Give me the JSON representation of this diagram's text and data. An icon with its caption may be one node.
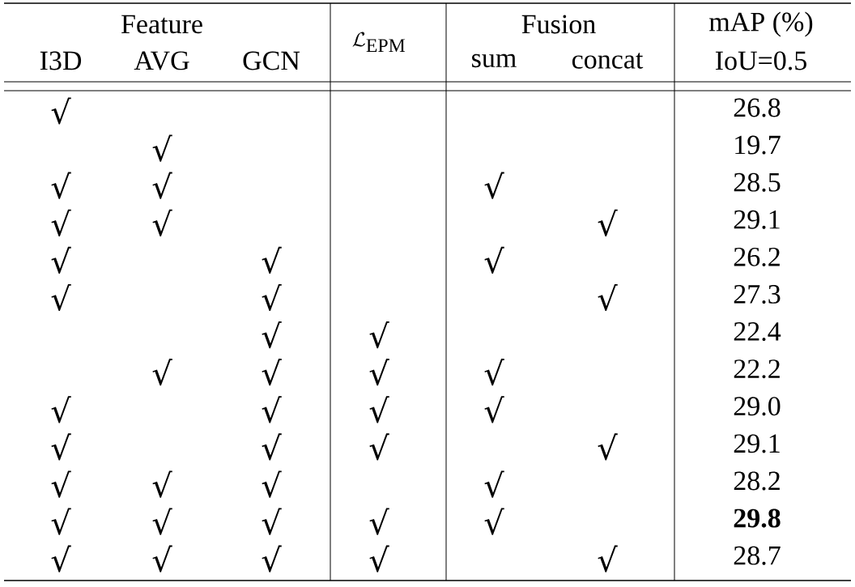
{
  "diagram": {
    "labels": [
      "Feature",
      "\\mathcal{L}_{\\mathrm{EPM}}",
      "Fusion",
      "mAP (%)",
      "I3D",
      "AVG",
      "GCN",
      "sum",
      "concat",
      "IoU=0.5",
      "√",
      "26.8",
      "√",
      "19.7",
      "√",
      "√",
      "√",
      "28.5",
      "√",
      "√",
      "√",
      "29.1",
      "√",
      "√",
      "√",
      "26.2",
      "√",
      "√",
      "√",
      "27.3",
      "√",
      "√",
      "22.4",
      "√",
      "√",
      "√",
      "√",
      "22.2",
      "√",
      "√",
      "√",
      "√",
      "29.0",
      "√",
      "√",
      "√",
      "√",
      "29.1",
      "√",
      "√",
      "√",
      "√",
      "28.2",
      "√",
      "√",
      "√",
      "√",
      "√",
      "29.8",
      "√",
      "√",
      "√",
      "√",
      "√",
      "28.7"
    ]
  }
}
